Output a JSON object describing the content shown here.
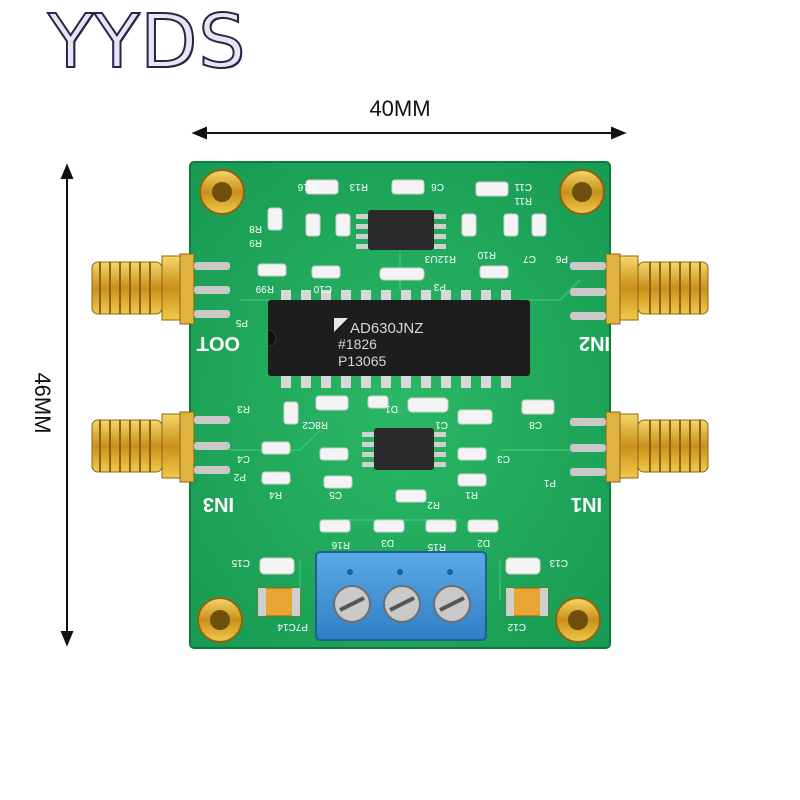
{
  "brand": {
    "text": "YYDS"
  },
  "dimensions": {
    "width_label": "40MM",
    "height_label": "46MM"
  },
  "chip_main": {
    "line1": "AD630JNZ",
    "line2": "#1826",
    "line3": "P13065"
  },
  "port_labels": {
    "top_left": "OOT",
    "top_right": "IN2",
    "bottom_left": "IN3",
    "bottom_right": "IN1"
  },
  "silkscreen": [
    "C16",
    "R13",
    "C6",
    "C11",
    "R11",
    "R9",
    "R8",
    "R12U3",
    "R10",
    "C7",
    "R99",
    "C10",
    "P3",
    "P6",
    "P5",
    "R3",
    "R8C2",
    "D1",
    "C1",
    "C8",
    "C4",
    "P2",
    "C5",
    "C3",
    "R4",
    "R2",
    "R1",
    "P1",
    "R16",
    "D3",
    "R15",
    "D2",
    "C15",
    "C13",
    "P7C14",
    "C12"
  ],
  "colors": {
    "pcb": "#1fa65a",
    "pcb_light": "#3cc47a",
    "gold": "#d9a520",
    "terminal_blue": "#3b8fd6",
    "chip": "#1a1a1a"
  }
}
